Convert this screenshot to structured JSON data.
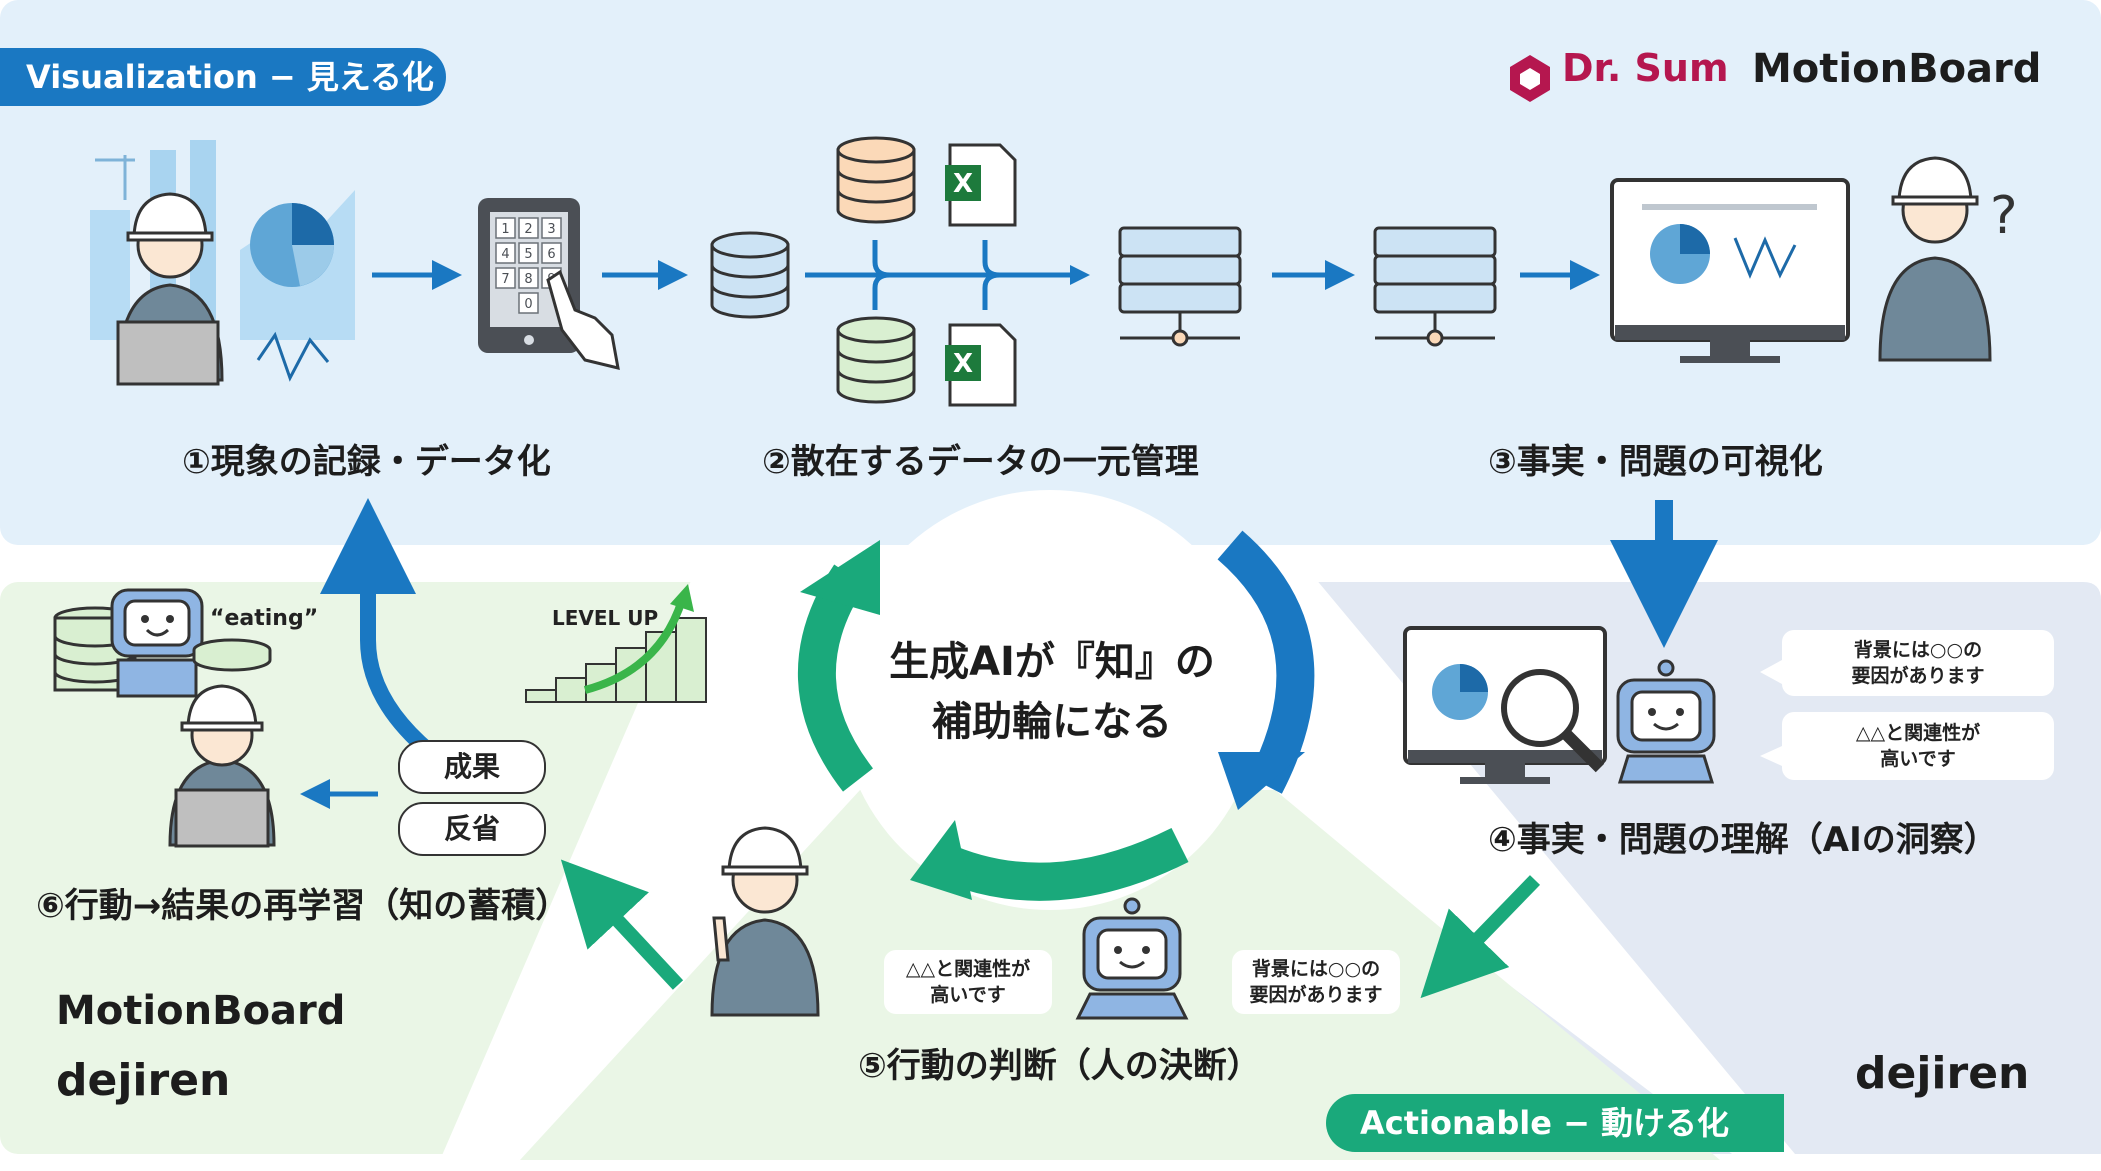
{
  "header": {
    "visualization_label": "Visualization − 見える化",
    "actionable_label": "Actionable − 動ける化"
  },
  "brands": {
    "drsum": "Dr. Sum",
    "motionboard_top": "MotionBoard",
    "motionboard_bottom": "MotionBoard",
    "dejiren_left": "dejiren",
    "dejiren_right": "dejiren"
  },
  "steps": {
    "s1": "①現象の記録・データ化",
    "s2": "②散在するデータの一元管理",
    "s3": "③事実・問題の可視化",
    "s4": "④事実・問題の理解（AIの洞察）",
    "s5": "⑤行動の判断（人の決断）",
    "s6": "⑥行動→結果の再学習（知の蓄積）"
  },
  "center": {
    "line1": "生成AIが『知』の",
    "line2": "補助輪になる"
  },
  "bubbles": {
    "b1_line1": "背景には○○の",
    "b1_line2": "要因があります",
    "b2_line1": "△△と関連性が",
    "b2_line2": "高いです",
    "b3_line1": "△△と関連性が",
    "b3_line2": "高いです",
    "b4_line1": "背景には○○の",
    "b4_line2": "要因があります"
  },
  "tags": {
    "result": "成果",
    "reflection": "反省"
  },
  "labels": {
    "eating": "“eating”",
    "level_up": "LEVEL UP",
    "question_mark": "?"
  },
  "keypad": [
    "1",
    "2",
    "3",
    "4",
    "5",
    "6",
    "7",
    "8",
    "9",
    "0"
  ],
  "colors": {
    "blue_accent": "#1a78c2",
    "green_accent": "#1aa97b",
    "drsum_brand": "#b5174f",
    "panel_blue": "#e3f0fa",
    "panel_green": "#eaf6e6",
    "panel_grey": "#e3e9f3"
  },
  "icons": [
    "factory-icon",
    "worker-icon",
    "laptop-icon",
    "pie-chart-icon",
    "tablet-icon",
    "hand-icon",
    "database-icon",
    "excel-icon",
    "server-icon",
    "monitor-icon",
    "robot-icon",
    "magnifier-icon",
    "stairs-chart-icon",
    "coin-stack-icon",
    "cycle-arrow-icon"
  ]
}
